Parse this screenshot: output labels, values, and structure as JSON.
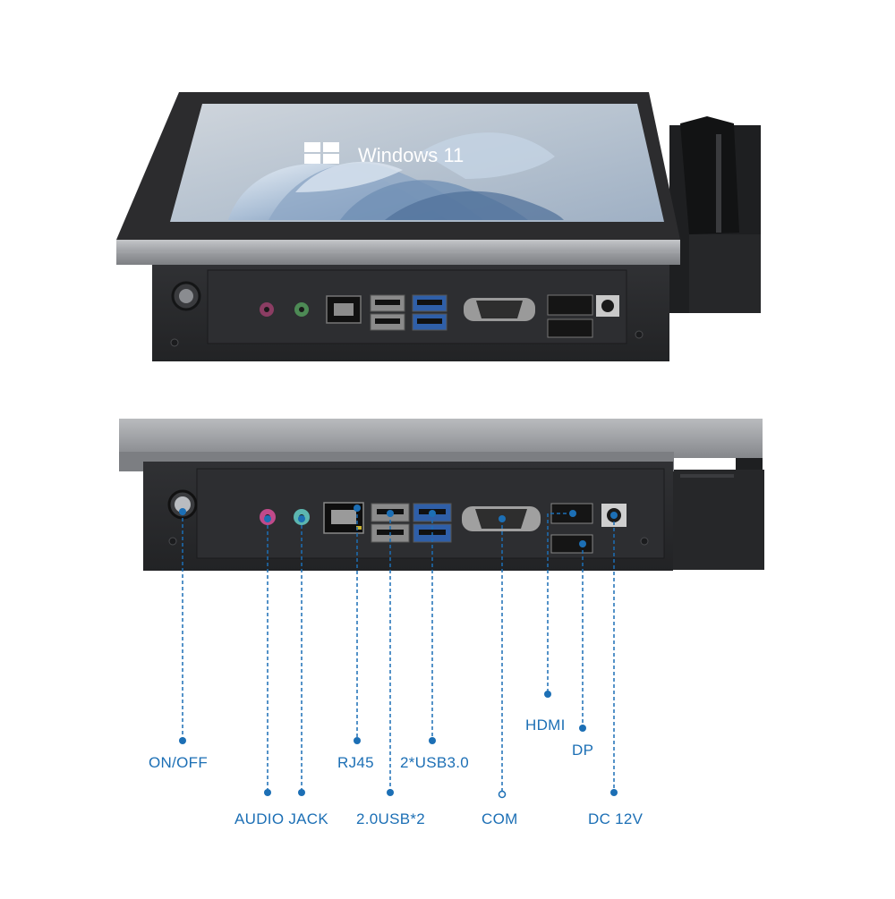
{
  "screen": {
    "os_logo_text": "Windows 11"
  },
  "colors": {
    "accent": "#1c6fb5",
    "bezel": "#2c2c2e",
    "silver": "#a8aaad",
    "chassis": "#2a2b2e"
  },
  "callouts": [
    {
      "id": "on-off",
      "label": "ON/OFF"
    },
    {
      "id": "audio-jack",
      "label": "AUDIO JACK"
    },
    {
      "id": "rj45",
      "label": "RJ45"
    },
    {
      "id": "usb20",
      "label": "2.0USB*2"
    },
    {
      "id": "usb30",
      "label": "2*USB3.0"
    },
    {
      "id": "com",
      "label": "COM"
    },
    {
      "id": "hdmi",
      "label": "HDMI"
    },
    {
      "id": "dp",
      "label": "DP"
    },
    {
      "id": "dc12v",
      "label": "DC 12V"
    }
  ]
}
